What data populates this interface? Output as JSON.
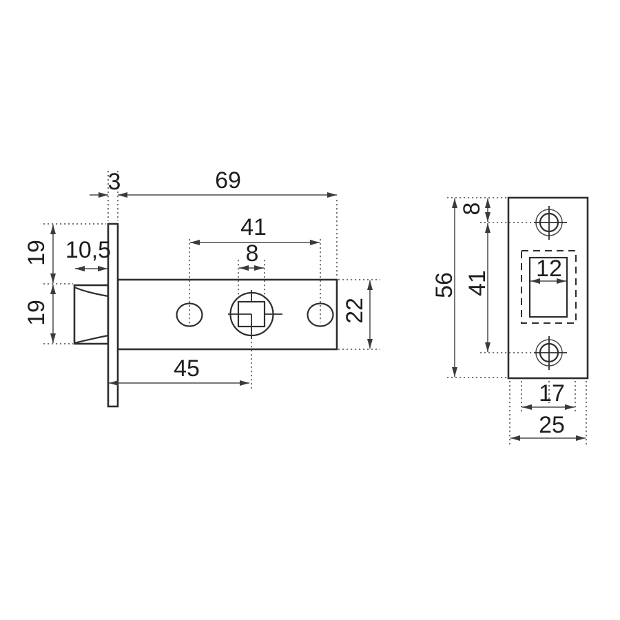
{
  "drawing": {
    "type": "technical-dimension-drawing",
    "subject": "tubular door latch with strike plate",
    "colors": {
      "line": "#2d2d2d",
      "dim_line": "#4a4a4a",
      "background": "#ffffff",
      "text": "#1e1e1e"
    },
    "side_view": {
      "dim_faceplate_thickness": "3",
      "dim_body_length": "69",
      "dim_hole_spacing": "41",
      "dim_spindle_square": "8",
      "dim_bolt_projection": "10,5",
      "dim_top_offset": "19",
      "dim_bolt_height": "19",
      "dim_backset": "45",
      "dim_body_height": "22"
    },
    "front_view": {
      "dim_plate_height": "56",
      "dim_screw_top_offset": "8",
      "dim_screw_spacing": "41",
      "dim_cutout_width": "12",
      "dim_inner_width": "17",
      "dim_plate_width": "25"
    }
  }
}
